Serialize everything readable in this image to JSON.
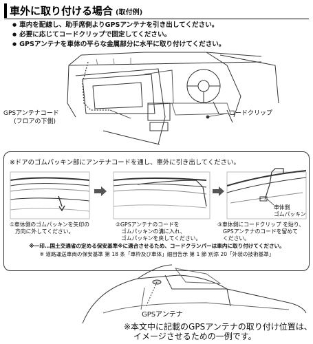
{
  "header": {
    "title": "車外に取り付ける場合",
    "subtitle": "(取付例)"
  },
  "bullets": [
    "車内を配線し、助手席側よりGPSアンテナを引き出してください。",
    "必要に応じてコードクリップで固定してください。",
    "GPSアンテナを車体の平らな金属部分に水平に取り付けてください。"
  ],
  "dashboard": {
    "cord_label_1": "GPSアンテナコード",
    "cord_label_2": "(フロアの下側)",
    "clip_label": "コードクリップ"
  },
  "door_box": {
    "lead": "※ドアのゴムパッキン部にアンテナコードを通し、車外に引き出してください。",
    "step1": [
      "①車体側のゴムパッキンを矢印の",
      "方向に外してください。"
    ],
    "step2": [
      "②GPSアンテナのコードを",
      "ゴムパッキンの溝に入れ、",
      "ゴムパッキンを戻してください。"
    ],
    "step3": [
      "③車体側にコードクリップ を貼り、",
      "GPSアンテナのコードを留めて",
      "ください。"
    ],
    "gasket_label_1": "車体側",
    "gasket_label_2": "ゴムパッキン",
    "note1": "※一印…国土交通省の定める保安基準※に適合させるため、コードクランパーは車内に取り付けてください。",
    "note2": "※ 道路運送車両の保安基準 第 18 条「車枠及び車体」細目告示 第 1 節 別添 20「外装の技術基準」"
  },
  "car": {
    "antenna_label": "GPSアンテナ"
  },
  "footer": {
    "line1": "※本文中に記載のGPSアンテナの取り付け位置は、",
    "line2": "イメージさせるための一例です。"
  }
}
